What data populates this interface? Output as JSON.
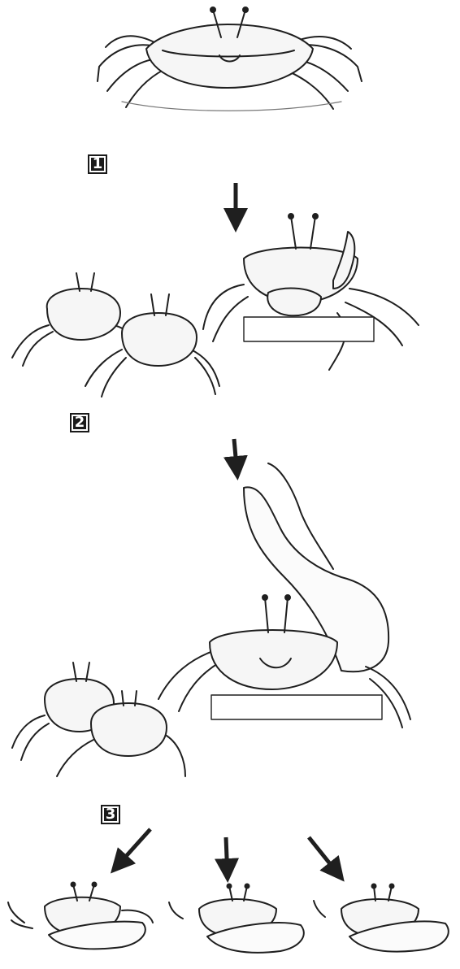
{
  "figure": {
    "steps": [
      {
        "label": "1"
      },
      {
        "label": "2"
      },
      {
        "label": "3"
      }
    ],
    "stroke_color": "#1f1f1f",
    "shell_fill": "#f6f6f6",
    "background": "#ffffff",
    "badge_color": "#1a1a1a"
  }
}
